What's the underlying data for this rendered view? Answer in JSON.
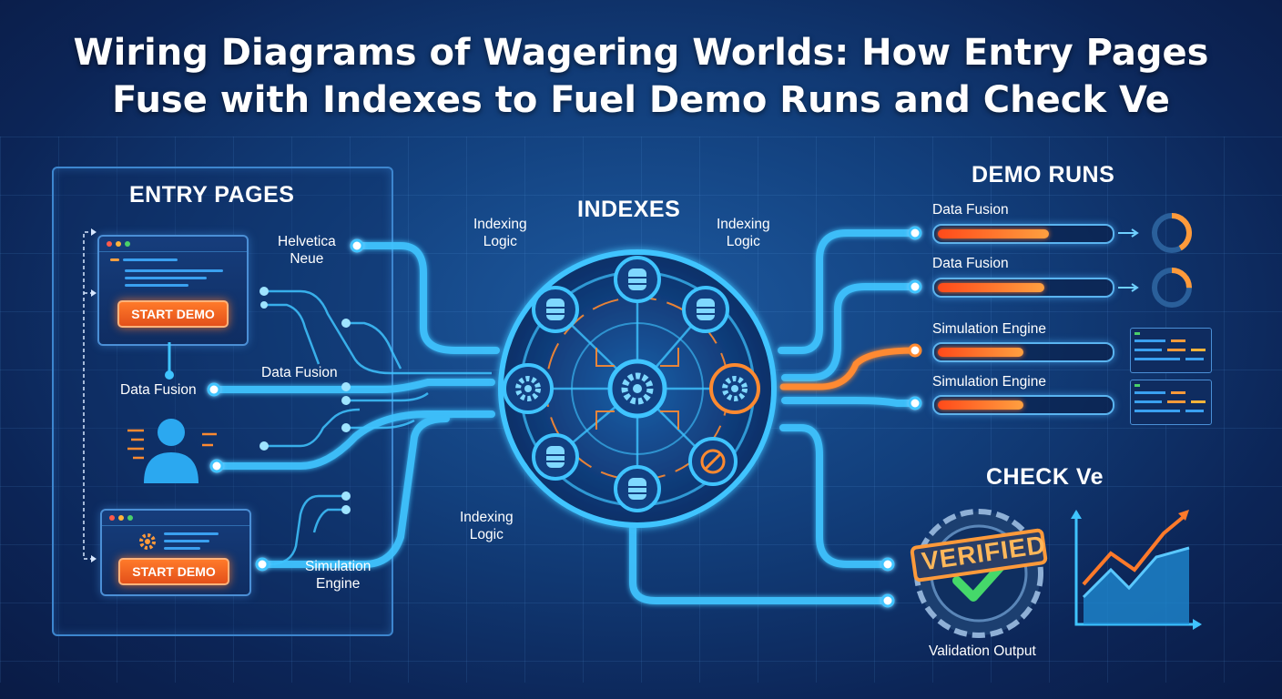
{
  "title": {
    "line1": "Wiring Diagrams of Wagering Worlds: How Entry Pages",
    "line2": "Fuse with Indexes to Fuel Demo Runs and Check Ve"
  },
  "entry": {
    "heading": "ENTRY PAGES",
    "button1": "START DEMO",
    "button2": "START DEMO",
    "label_font": "Helvetica\nNeue",
    "label_fusion_left": "Data Fusion",
    "label_fusion_mid": "Data Fusion",
    "label_sim": "Simulation\nEngine"
  },
  "indexes": {
    "heading": "INDEXES",
    "logic_left": "Indexing\nLogic",
    "logic_right": "Indexing\nLogic",
    "logic_bottom": "Indexing\nLogic"
  },
  "demo": {
    "heading": "DEMO RUNS",
    "runs": [
      {
        "label": "Data Fusion",
        "progress": 0.65
      },
      {
        "label": "Data Fusion",
        "progress": 0.62
      },
      {
        "label": "Simulation Engine",
        "progress": 0.5
      },
      {
        "label": "Simulation Engine",
        "progress": 0.5
      }
    ]
  },
  "check": {
    "heading": "CHECK Ve",
    "stamp": "VERIFIED",
    "caption": "Validation Output"
  },
  "colors": {
    "wire": "#3fc4ff",
    "accent": "#ff7a2a",
    "panel_border": "#3d86cf"
  }
}
